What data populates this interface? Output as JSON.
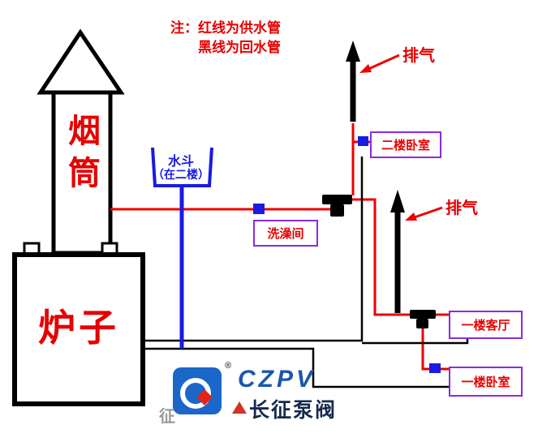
{
  "note": {
    "line1": "注：红线为供水管",
    "line2": "黑线为回水管"
  },
  "boiler": {
    "chimney": "烟筒",
    "stove": "炉子"
  },
  "bucket": {
    "title": "水斗",
    "subtitle": "（在二楼）"
  },
  "rooms": {
    "bedroom2": "二楼卧室",
    "bathroom": "洗澡间",
    "living1": "一楼客厅",
    "bedroom1": "一楼卧室"
  },
  "exhaust": {
    "top": "排气",
    "mid": "排气"
  },
  "legend_colors": {
    "supply": "#ee0000",
    "return": "#000000",
    "water_blue": "#1a1ae0",
    "label_border": "#8a2be2",
    "logo_blue": "#1b66c9"
  },
  "logo": {
    "brand": "CZPV",
    "company": "长征泵阀",
    "registered": "®",
    "watermark": "征"
  }
}
